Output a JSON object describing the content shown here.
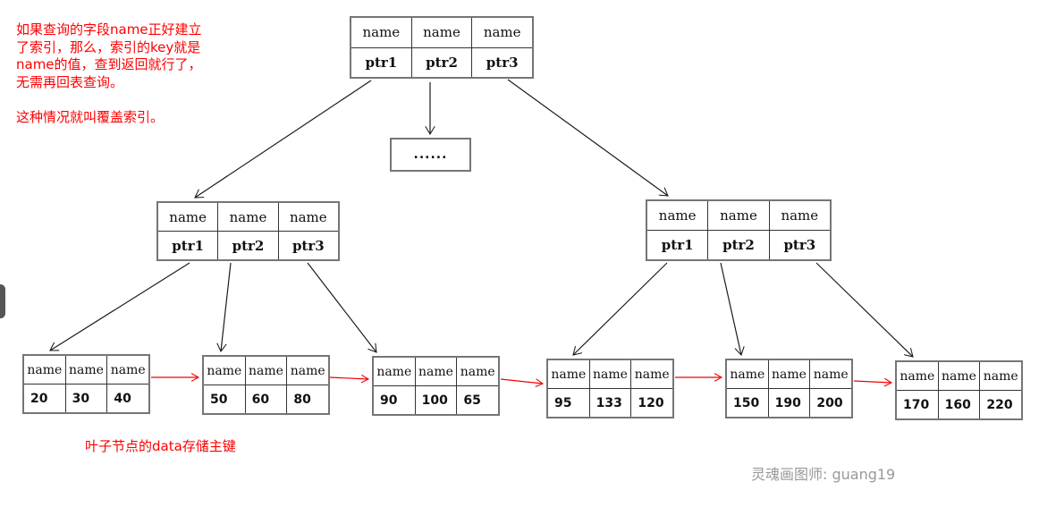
{
  "annotation": {
    "note_lines": [
      "如果查询的字段name正好建立",
      "了索引，那么，索引的key就是",
      "name的值，查到返回就行了，",
      "无需再回表查询。",
      "",
      "这种情况就叫覆盖索引。"
    ],
    "leaf_note": "叶子节点的data存储主键",
    "signature": "灵魂画图师: guang19"
  },
  "tree": {
    "root": {
      "headers": [
        "name",
        "name",
        "name"
      ],
      "pointers": [
        "ptr1",
        "ptr2",
        "ptr3"
      ]
    },
    "ellipsis": "......",
    "internal_left": {
      "headers": [
        "name",
        "name",
        "name"
      ],
      "pointers": [
        "ptr1",
        "ptr2",
        "ptr3"
      ]
    },
    "internal_right": {
      "headers": [
        "name",
        "name",
        "name"
      ],
      "pointers": [
        "ptr1",
        "ptr2",
        "ptr3"
      ]
    },
    "leaves": [
      {
        "headers": [
          "name",
          "name",
          "name"
        ],
        "values": [
          "20",
          "30",
          "40"
        ]
      },
      {
        "headers": [
          "name",
          "name",
          "name"
        ],
        "values": [
          "50",
          "60",
          "80"
        ]
      },
      {
        "headers": [
          "name",
          "name",
          "name"
        ],
        "values": [
          "90",
          "100",
          "65"
        ]
      },
      {
        "headers": [
          "name",
          "name",
          "name"
        ],
        "values": [
          "95",
          "133",
          "120"
        ]
      },
      {
        "headers": [
          "name",
          "name",
          "name"
        ],
        "values": [
          "150",
          "190",
          "200"
        ]
      },
      {
        "headers": [
          "name",
          "name",
          "name"
        ],
        "values": [
          "170",
          "160",
          "220"
        ]
      }
    ]
  },
  "colors": {
    "annotation_red": "#fe0000",
    "box_border": "#757575",
    "cell_divider": "#333333",
    "edge_black": "#1c1c1c",
    "leaf_link_red": "#f40000",
    "signature_gray": "#999999"
  }
}
